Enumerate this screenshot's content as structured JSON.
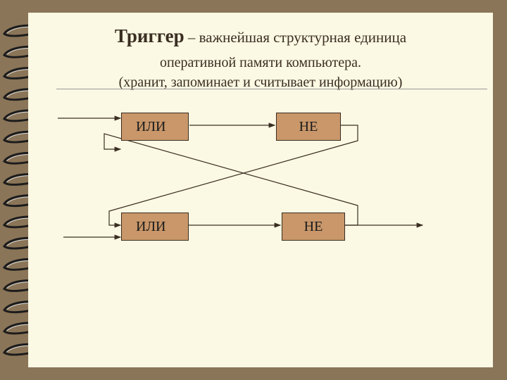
{
  "title": {
    "term": "Триггер",
    "dash": "–",
    "rest": "важнейшая структурная единица",
    "line2": "оперативной памяти компьютера.",
    "line3": "(хранит, запоминает и считывает информацию)"
  },
  "diagram": {
    "gates": [
      {
        "id": "or-top",
        "label": "ИЛИ"
      },
      {
        "id": "not-top",
        "label": "НЕ"
      },
      {
        "id": "or-bottom",
        "label": "ИЛИ"
      },
      {
        "id": "not-bottom",
        "label": "НЕ"
      }
    ]
  },
  "colors": {
    "background": "#8b7558",
    "page": "#fbf8e3",
    "gate_fill": "#c9976a",
    "line": "#3a2e22"
  }
}
